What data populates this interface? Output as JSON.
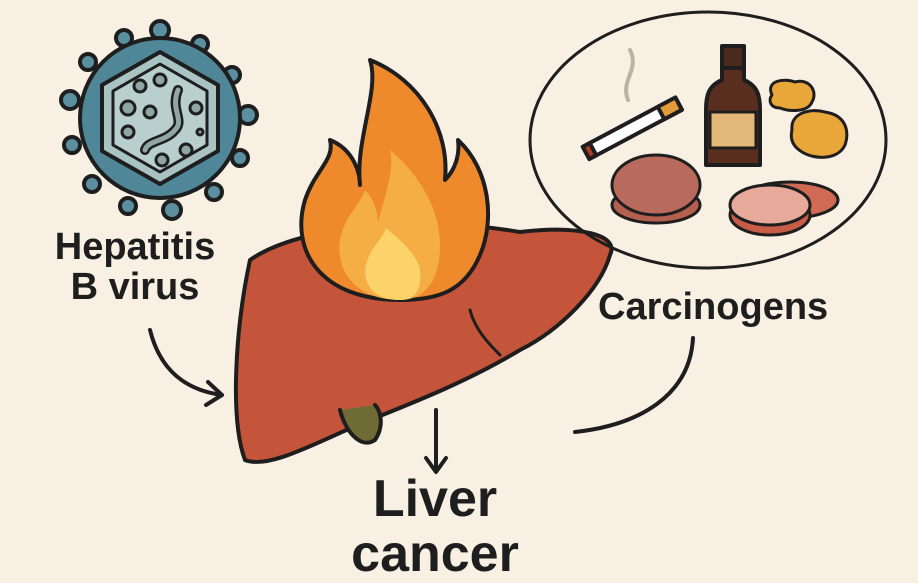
{
  "labels": {
    "hepatitis_line1": "Hepatitis",
    "hepatitis_line2": "B virus",
    "carcinogens": "Carcinogens",
    "liver_line1": "Liver",
    "liver_line2": "cancer"
  },
  "colors": {
    "background": "#f8f0e3",
    "virus": "#4f8799",
    "liver": "#c4553a",
    "flame_outer": "#ee8a2c",
    "flame_inner": "#fbd36a"
  }
}
